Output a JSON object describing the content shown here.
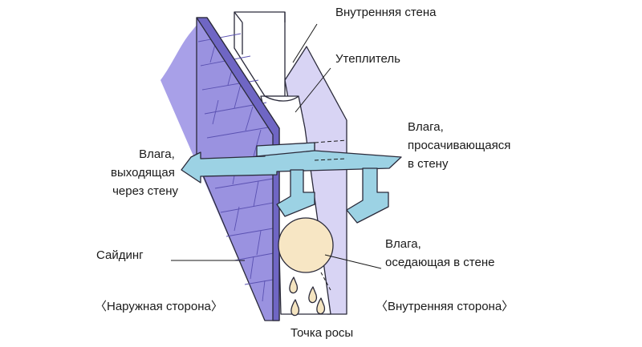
{
  "labels": {
    "inner_wall": "Внутренняя стена",
    "insulation": "Утеплитель",
    "moisture_seeping": [
      "Влага,",
      "просачивающаяся",
      "в стену"
    ],
    "moisture_exiting": [
      "Влага,",
      "выходящая",
      "через стену"
    ],
    "siding": "Сайдинг",
    "moisture_settling": [
      "Влага,",
      "оседающая в стене"
    ],
    "outer_side": "〈Наружная сторона〉",
    "inner_side": "〈Внутренняя сторона〉",
    "dew_point": "Точка росы"
  },
  "colors": {
    "siding": "#a8a0e8",
    "siding_dark": "#6f66c4",
    "inner_wall": "#d8d4f4",
    "arrows": "#9cd2e4",
    "dew_point": "#f7e6c4",
    "droplets": "#f4e4c0"
  }
}
